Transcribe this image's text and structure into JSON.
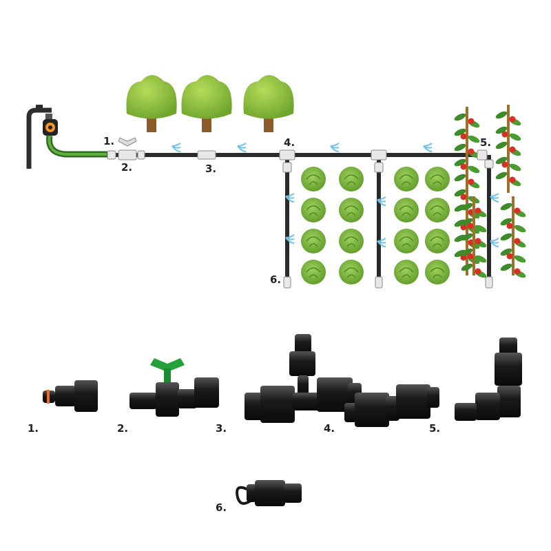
{
  "diagram_labels": [
    "1.",
    "2.",
    "3.",
    "4.",
    "5.",
    "6."
  ],
  "product_labels": [
    "1.",
    "2.",
    "3.",
    "4.",
    "5.",
    "6."
  ],
  "colors": {
    "pipe": "#2a2a2a",
    "hose": "#3f8f2e",
    "tree": "#8cc63f",
    "trunk": "#8b5a2b",
    "lettuce": "#7cb83a",
    "tomato": "#d93025",
    "spray": "#6fc3e8",
    "valve_handle": "#23a23a",
    "timer": "#f7931e"
  }
}
